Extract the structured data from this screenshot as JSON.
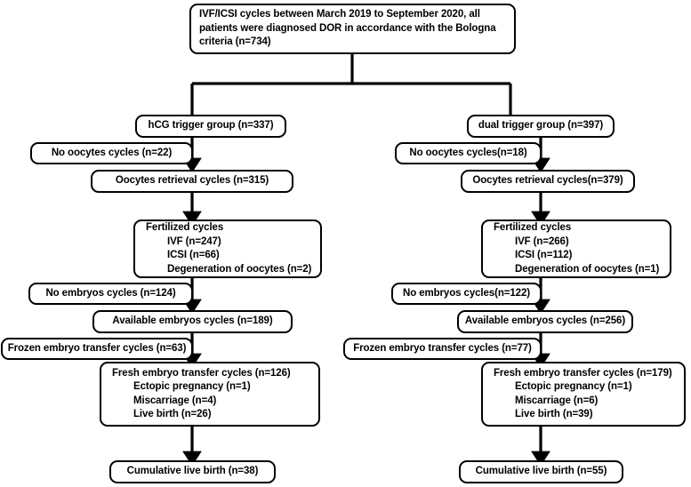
{
  "figure": {
    "type": "flowchart",
    "title": "IVF/ICSI DOR cycles patient flow diagram",
    "background_color": "#ffffff",
    "line_color": "#000000",
    "box_fill": "#ffffff"
  },
  "nodes": {
    "root": {
      "lines": [
        "IVF/ICSI cycles between March 2019 to September 2020, all",
        "patients were diagnosed DOR in accordance with the Bologna",
        "criteria (n=734)"
      ]
    },
    "left": {
      "group": "hCG trigger group (n=337)",
      "no_oocytes": "No oocytes cycles (n=22)",
      "oocytes_retrieval": "Oocytes retrieval cycles (n=315)",
      "fertilized": [
        "Fertilized cycles",
        "IVF (n=247)",
        "ICSI (n=66)",
        "Degeneration of oocytes (n=2)"
      ],
      "no_embryos": "No embryos cycles (n=124)",
      "available_embryos": "Available embryos cycles (n=189)",
      "frozen_transfer": "Frozen embryo transfer cycles (n=63)",
      "fresh_transfer": [
        "Fresh embryo transfer cycles (n=126)",
        "Ectopic pregnancy (n=1)",
        "Miscarriage (n=4)",
        "Live birth (n=26)"
      ],
      "cumulative": "Cumulative live birth (n=38)"
    },
    "right": {
      "group": "dual trigger group (n=397)",
      "no_oocytes": "No oocytes cycles(n=18)",
      "oocytes_retrieval": "Oocytes retrieval cycles(n=379)",
      "fertilized": [
        "Fertilized cycles",
        "IVF (n=266)",
        "ICSI (n=112)",
        "Degeneration of oocytes (n=1)"
      ],
      "no_embryos": "No embryos cycles(n=122)",
      "available_embryos": "Available embryos cycles (n=256)",
      "frozen_transfer": "Frozen embryo transfer cycles (n=77)",
      "fresh_transfer": [
        "Fresh embryo transfer cycles (n=179)",
        "Ectopic pregnancy (n=1)",
        "Miscarriage (n=6)",
        "Live birth (n=39)"
      ],
      "cumulative": "Cumulative live birth (n=55)"
    }
  }
}
